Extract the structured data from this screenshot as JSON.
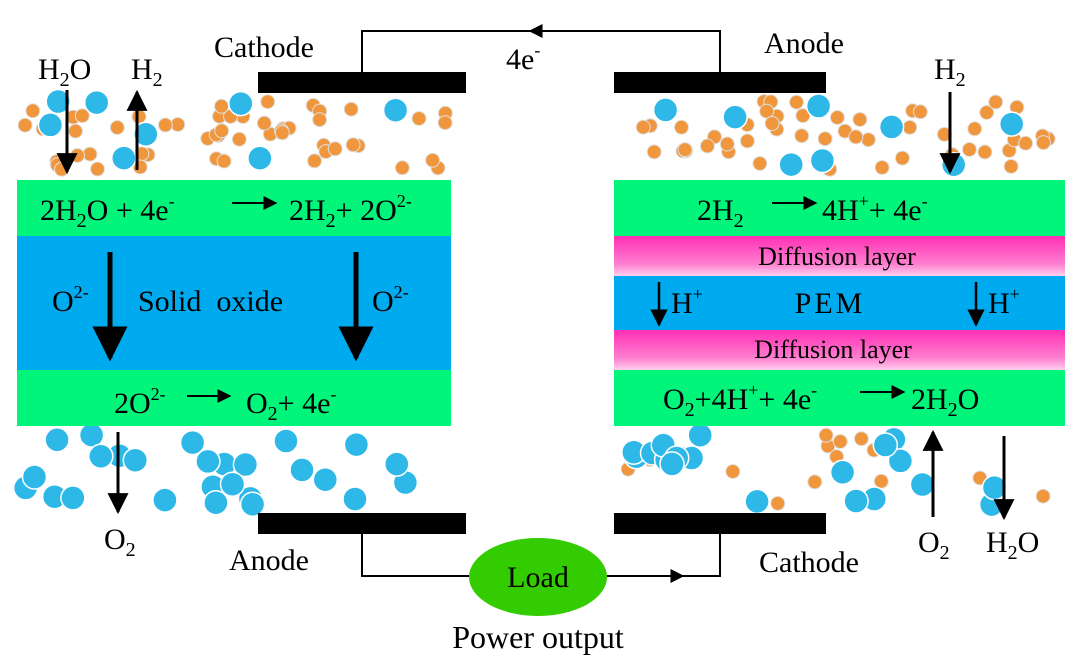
{
  "colors": {
    "electrolyte_green": "#00f57a",
    "solid_oxide_blue": "#00aaee",
    "pem_blue": "#00aaee",
    "diffusion_pink": "#ff2fb4",
    "electrode_black": "#000000",
    "load_green": "#33cc00",
    "particle_blue": "#2eb8e8",
    "particle_orange": "#f0963c"
  },
  "labels": {
    "cathode_left": "Cathode",
    "anode_left": "Anode",
    "anode_right": "Anode",
    "cathode_right": "Cathode",
    "electrons_top": "4e",
    "electrons_top_sup": "-",
    "load": "Load",
    "power_output": "Power output"
  },
  "soec": {
    "h2o_in": {
      "main": "H",
      "sub": "2",
      "tail": "O"
    },
    "h2_out": {
      "main": "H",
      "sub": "2"
    },
    "o2_out": {
      "main": "O",
      "sub": "2"
    },
    "top_reaction": {
      "reactant_a": "2H",
      "reactant_a_sub": "2",
      "reactant_a_tail": "O + 4e",
      "reactant_a_sup": "-",
      "product": "2H",
      "product_sub": "2",
      "product_tail": "+ 2O",
      "product_sup": "2-"
    },
    "electrolyte_label": "Solid  oxide",
    "ion_left": "O",
    "ion_left_sup": "2-",
    "ion_right": "O",
    "ion_right_sup": "2-",
    "bottom_reaction": {
      "reactant": "2O",
      "reactant_sup": "2-",
      "product": "O",
      "product_sub": "2",
      "product_tail": "+ 4e",
      "product_sup": "-"
    }
  },
  "pemfc": {
    "h2_in": {
      "main": "H",
      "sub": "2"
    },
    "o2_in": {
      "main": "O",
      "sub": "2"
    },
    "h2o_out": {
      "main": "H",
      "sub": "2",
      "tail": "O"
    },
    "top_reaction": {
      "reactant": "2H",
      "reactant_sub": "2",
      "product": "4H",
      "product_sup": "+",
      "product_tail": "+ 4e",
      "product_tail_sup": "-"
    },
    "diffusion_top": "Diffusion layer",
    "pem_label": "PEM",
    "diffusion_bottom": "Diffusion layer",
    "ion_left": "H",
    "ion_left_sup": "+",
    "ion_right": "H",
    "ion_right_sup": "+",
    "bottom_reaction": {
      "reactant": "O",
      "reactant_sub": "2",
      "reactant_tail": "+4H",
      "reactant_sup": "+",
      "reactant_tail2": "+ 4e",
      "reactant_sup2": "-",
      "product": "2H",
      "product_sub": "2",
      "product_tail": "O"
    }
  }
}
